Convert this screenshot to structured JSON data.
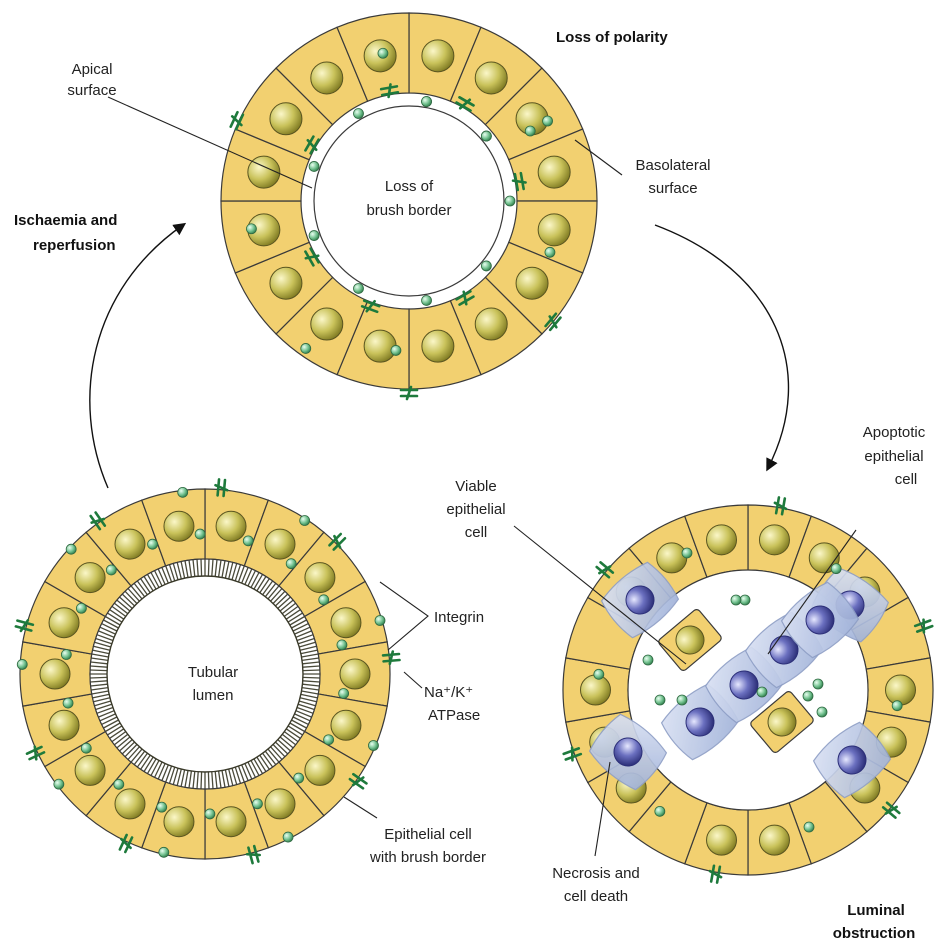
{
  "labels": {
    "loss_of_polarity": "Loss of polarity",
    "apical_1": "Apical",
    "apical_2": "surface",
    "loss_brush_1": "Loss of",
    "loss_brush_2": "brush border",
    "basolateral_1": "Basolateral",
    "basolateral_2": "surface",
    "ischaemia_1": "Ischaemia and",
    "ischaemia_2": "reperfusion",
    "tubular_1": "Tubular",
    "tubular_2": "lumen",
    "integrin": "Integrin",
    "atpase_1": "Na⁺/K⁺",
    "atpase_2": "ATPase",
    "epithelial_1": "Epithelial cell",
    "epithelial_2": "with brush border",
    "viable_1": "Viable",
    "viable_2": "epithelial",
    "viable_3": "cell",
    "apoptotic_1": "Apoptotic",
    "apoptotic_2": "epithelial",
    "apoptotic_3": "cell",
    "necrosis_1": "Necrosis and",
    "necrosis_2": "cell death",
    "luminal_1": "Luminal",
    "luminal_2": "obstruction"
  },
  "colors": {
    "cell_fill": "#f2d070",
    "cell_stroke": "#3a3a3a",
    "nucleus": "#b8b33e",
    "apoptotic_cell": "#b8c6e4",
    "apoptotic_nucleus": "#4a4f9c",
    "pump": "#6fbf8c",
    "integrin": "#1e7a3c",
    "brush_border": "#4a4a3a"
  },
  "icons": [
    "integrin-icon",
    "atpase-icon",
    "nucleus-icon",
    "brush-border"
  ]
}
